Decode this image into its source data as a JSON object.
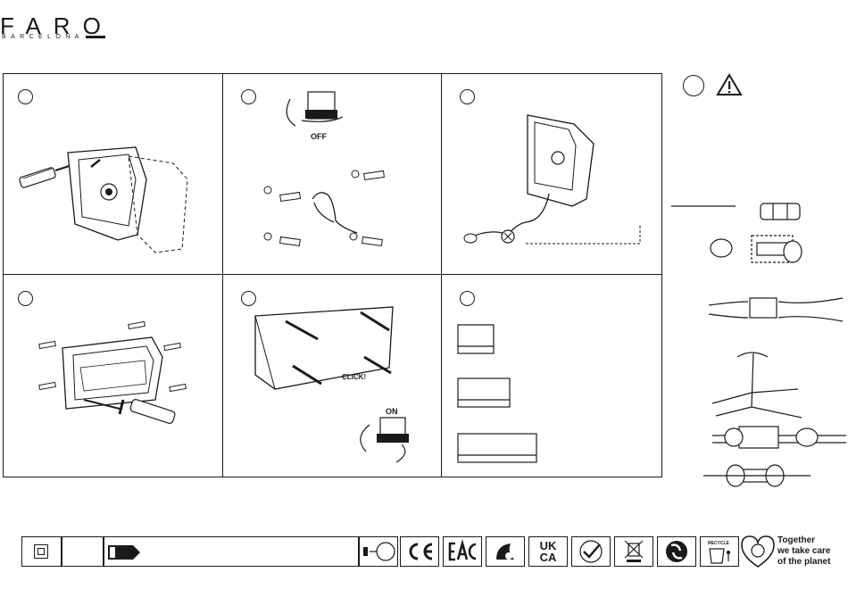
{
  "brand": {
    "name": "FARO",
    "subtitle": "BARCELONA"
  },
  "steps": [
    {
      "id": 1,
      "label": ""
    },
    {
      "id": 2,
      "label": "OFF"
    },
    {
      "id": 3,
      "label": ""
    },
    {
      "id": 4,
      "label": ""
    },
    {
      "id": 5,
      "label": "CLICK!",
      "switch_label": "ON"
    },
    {
      "id": 6,
      "label": ""
    }
  ],
  "footer": {
    "cert_labels": [
      "UK",
      "CA",
      "RECYCLE"
    ],
    "tagline": [
      "Together",
      "we take care",
      "of the planet"
    ],
    "icons": [
      "class-ii-icon",
      "blank-box",
      "arrow-tag-icon",
      "rapid-service-icon",
      "ce-mark-icon",
      "eac-mark-icon",
      "paper-recycle-icon",
      "ukca-mark-icon",
      "approved-icon",
      "weee-bin-icon",
      "green-dot-icon",
      "recycle-bin-icon",
      "planet-heart-icon"
    ]
  }
}
